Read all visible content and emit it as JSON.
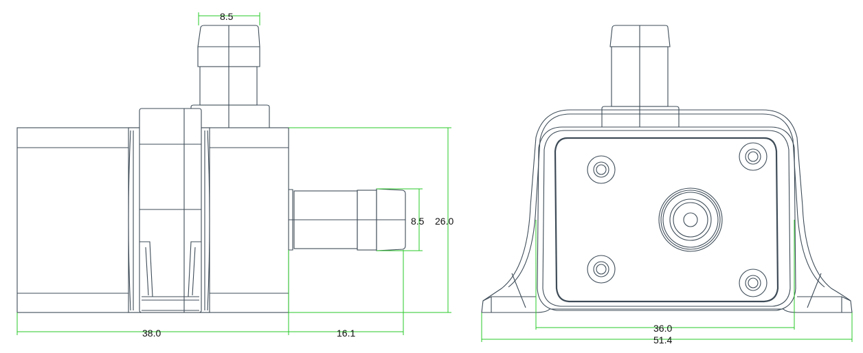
{
  "views": {
    "side": {
      "dimensions": {
        "inlet_diameter": "8.5",
        "outlet_diameter": "8.5",
        "height": "26.0",
        "body_length": "38.0",
        "outlet_length": "16.1"
      }
    },
    "front": {
      "dimensions": {
        "inner_width": "36.0",
        "overall_width": "51.4"
      }
    }
  },
  "colors": {
    "outline": "#3d4b57",
    "dimension": "#27c927"
  }
}
